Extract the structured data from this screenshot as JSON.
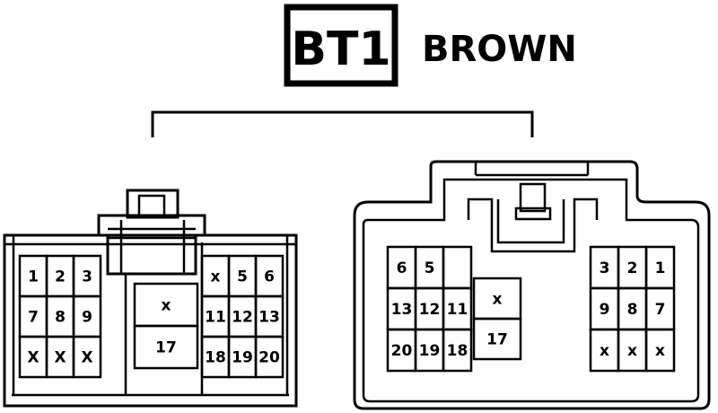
{
  "header": {
    "connector_code": "BT1",
    "wire_color": "BROWN"
  },
  "left_connector": {
    "cells": [
      "1",
      "2",
      "3",
      "7",
      "8",
      "9",
      "X",
      "X",
      "X",
      "x",
      "17",
      "x",
      "5",
      "6",
      "11",
      "12",
      "13",
      "18",
      "19",
      "20"
    ]
  },
  "right_connector": {
    "cells": [
      "6",
      "5",
      "",
      "13",
      "12",
      "11",
      "20",
      "19",
      "18",
      "x",
      "17",
      "3",
      "2",
      "1",
      "9",
      "8",
      "7",
      "x",
      "x",
      "x"
    ]
  },
  "colors": {
    "ink": "#000000",
    "paper": "#ffffff"
  }
}
